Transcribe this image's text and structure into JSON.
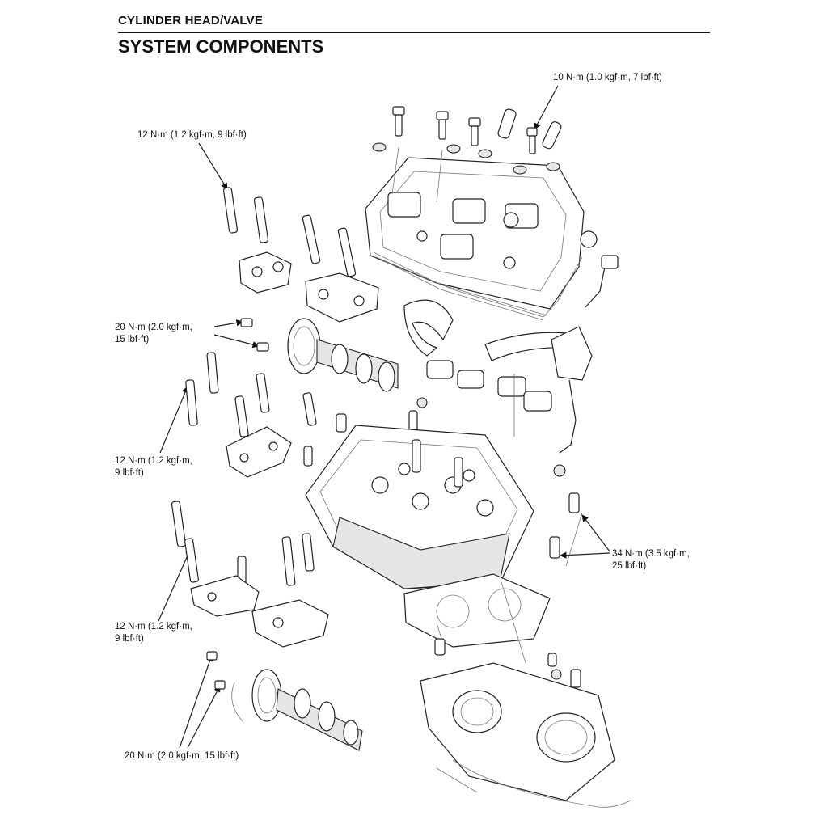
{
  "header": {
    "section_title": "CYLINDER HEAD/VALVE",
    "page_title": "SYSTEM COMPONENTS"
  },
  "callouts": [
    {
      "id": "torque-cover-bolts",
      "text": "10 N·m (1.0 kgf·m, 7 lbf·ft)"
    },
    {
      "id": "torque-holder-bolts-top",
      "text": "12 N·m (1.2 kgf·m, 9 lbf·ft)"
    },
    {
      "id": "torque-sprocket-bolts-top",
      "text": "20 N·m (2.0 kgf·m,\n15 lbf·ft)"
    },
    {
      "id": "torque-holder-bolts-mid",
      "text": "12 N·m (1.2 kgf·m,\n9 lbf·ft)"
    },
    {
      "id": "torque-head-bolts",
      "text": "34 N·m (3.5 kgf·m,\n25 lbf·ft)"
    },
    {
      "id": "torque-holder-bolts-low",
      "text": "12 N·m (1.2 kgf·m,\n9 lbf·ft)"
    },
    {
      "id": "torque-sprocket-bolts-low",
      "text": "20 N·m (2.0 kgf·m, 15 lbf·ft)"
    }
  ]
}
